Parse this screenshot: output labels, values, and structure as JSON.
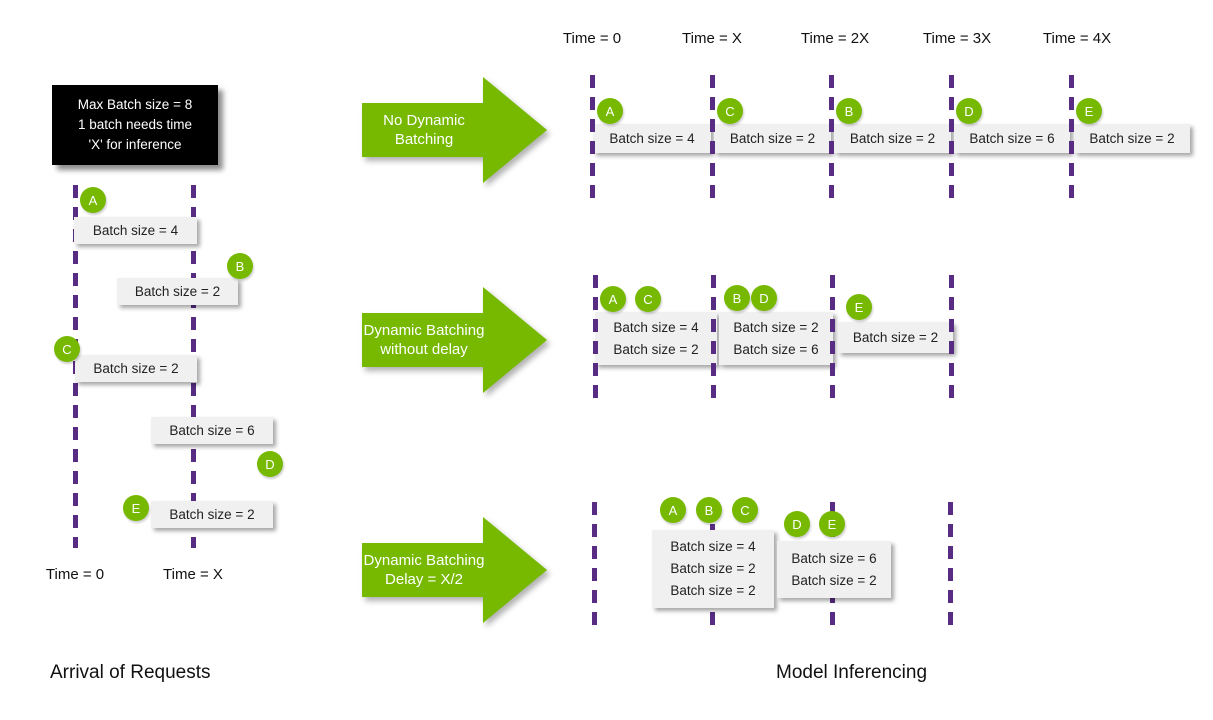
{
  "colors": {
    "green": "#76B900",
    "purple": "#582C83",
    "box_bg": "#F0F0F0",
    "info_bg": "#000000"
  },
  "info_box": {
    "lines": [
      "Max Batch size = 8",
      "1 batch needs time",
      "'X' for inference"
    ]
  },
  "left": {
    "title": "Arrival of Requests",
    "time_labels": [
      "Time = 0",
      "Time = X"
    ],
    "requests": [
      {
        "id": "A",
        "label": "Batch size = 4"
      },
      {
        "id": "B",
        "label": "Batch size = 2"
      },
      {
        "id": "C",
        "label": "Batch size = 2"
      },
      {
        "id": "D",
        "label": "Batch size = 6"
      },
      {
        "id": "E",
        "label": "Batch size = 2"
      }
    ]
  },
  "right": {
    "title": "Model Inferencing",
    "time_labels": [
      "Time = 0",
      "Time = X",
      "Time = 2X",
      "Time = 3X",
      "Time = 4X"
    ],
    "row1": {
      "arrow": [
        "No Dynamic",
        "Batching"
      ],
      "slots": [
        {
          "badge": "A",
          "label": "Batch size = 4"
        },
        {
          "badge": "C",
          "label": "Batch size = 2"
        },
        {
          "badge": "B",
          "label": "Batch size = 2"
        },
        {
          "badge": "D",
          "label": "Batch size = 6"
        },
        {
          "badge": "E",
          "label": "Batch size = 2"
        }
      ]
    },
    "row2": {
      "arrow": [
        "Dynamic Batching",
        "without delay"
      ],
      "badges": [
        "A",
        "C",
        "B",
        "D",
        "E"
      ],
      "boxes": [
        {
          "lines": [
            "Batch size = 4",
            "Batch size = 2"
          ]
        },
        {
          "lines": [
            "Batch size = 2",
            "Batch size = 6"
          ]
        },
        {
          "lines": [
            "Batch size = 2"
          ]
        }
      ]
    },
    "row3": {
      "arrow": [
        "Dynamic Batching",
        "Delay = X/2"
      ],
      "badges": [
        "A",
        "B",
        "C",
        "D",
        "E"
      ],
      "boxes": [
        {
          "lines": [
            "Batch size = 4",
            "Batch size = 2",
            "Batch size = 2"
          ]
        },
        {
          "lines": [
            "Batch size = 6",
            "Batch size = 2"
          ]
        }
      ]
    }
  }
}
